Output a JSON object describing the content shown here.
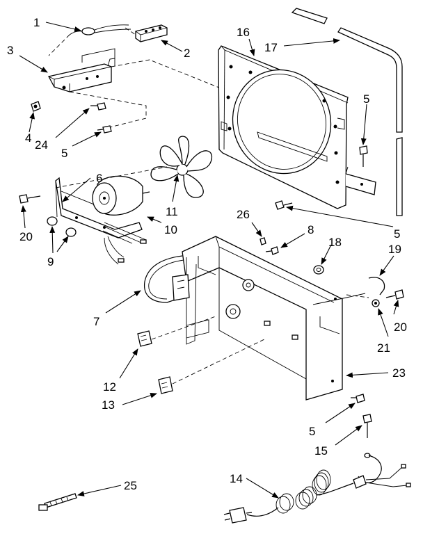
{
  "callouts": {
    "c1": "1",
    "c2": "2",
    "c3": "3",
    "c4": "4",
    "c24": "24",
    "c5a": "5",
    "c16": "16",
    "c17": "17",
    "c5b": "5",
    "c6": "6",
    "c11": "11",
    "c20a": "20",
    "c9": "9",
    "c10": "10",
    "c5c": "5",
    "c26": "26",
    "c8": "8",
    "c18": "18",
    "c19": "19",
    "c7": "7",
    "c20b": "20",
    "c21": "21",
    "c12": "12",
    "c23": "23",
    "c13": "13",
    "c5d": "5",
    "c15": "15",
    "c14": "14",
    "c25": "25"
  }
}
